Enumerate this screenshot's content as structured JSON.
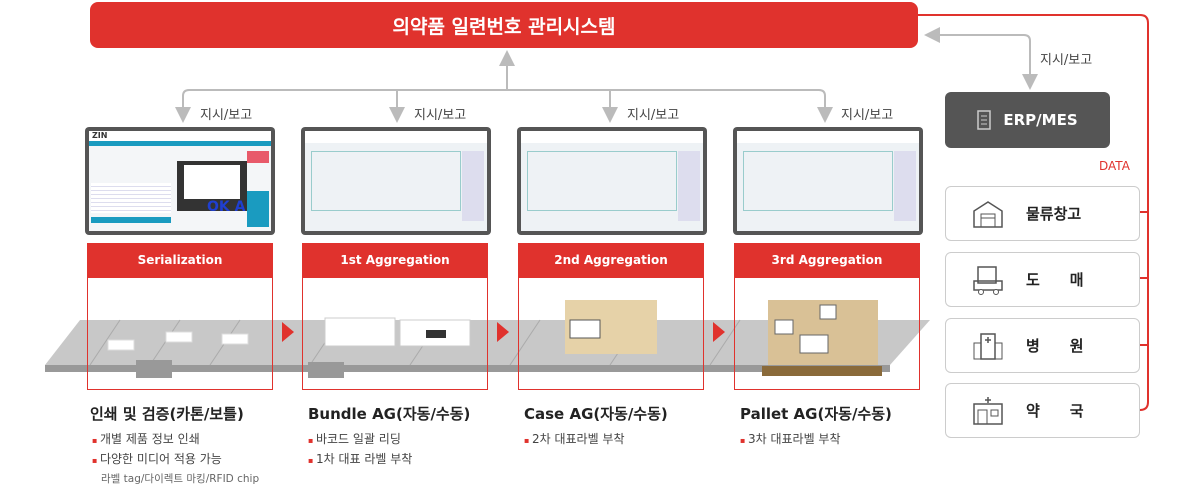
{
  "header": {
    "title": "의약품 일련번호 관리시스템"
  },
  "report_label": "지시/보고",
  "erp": {
    "label": "ERP/MES",
    "icon": "document-icon"
  },
  "data_label": "DATA",
  "destinations": [
    {
      "label": "물류창고",
      "icon": "warehouse-icon"
    },
    {
      "label": "도　　매",
      "icon": "wholesale-truck-icon"
    },
    {
      "label": "병　　원",
      "icon": "hospital-icon"
    },
    {
      "label": "약　　국",
      "icon": "pharmacy-icon"
    }
  ],
  "screen_text": {
    "logo": "ZIN",
    "ok": "OK A"
  },
  "stages": [
    {
      "name": "Serialization",
      "title": "인쇄 및 검증(카톤/보틀)",
      "bullets": [
        "개별 제품 정보 인쇄",
        "다양한 미디어 적용 가능"
      ],
      "note": "라벨 tag/다이렉트 마킹/RFID chip"
    },
    {
      "name": "1st Aggregation",
      "title": "Bundle AG(자동/수동)",
      "bullets": [
        "바코드 일괄 리딩",
        "1차 대표 라벨 부착"
      ]
    },
    {
      "name": "2nd Aggregation",
      "title": "Case AG(자동/수동)",
      "bullets": [
        "2차 대표라벨 부착"
      ]
    },
    {
      "name": "3rd Aggregation",
      "title": "Pallet AG(자동/수동)",
      "bullets": [
        "3차 대표라벨 부착"
      ]
    }
  ],
  "colors": {
    "accent": "#e0322d",
    "dark": "#555555"
  }
}
